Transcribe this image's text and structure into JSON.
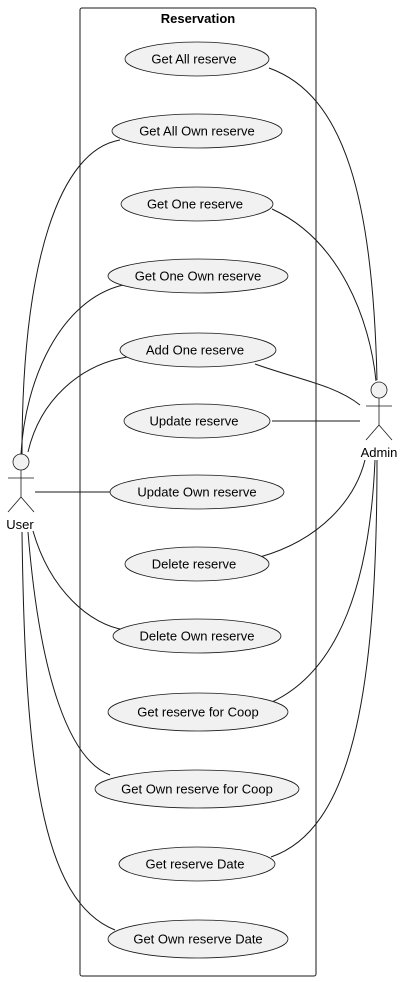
{
  "system": {
    "title": "Reservation"
  },
  "actors": {
    "user": {
      "label": "User"
    },
    "admin": {
      "label": "Admin"
    }
  },
  "use_cases": [
    {
      "label": "Get All reserve",
      "links": [
        "admin"
      ]
    },
    {
      "label": "Get All Own reserve",
      "links": [
        "user"
      ]
    },
    {
      "label": "Get One reserve",
      "links": [
        "admin"
      ]
    },
    {
      "label": "Get One Own reserve",
      "links": [
        "user"
      ]
    },
    {
      "label": "Add One reserve",
      "links": [
        "user",
        "admin"
      ]
    },
    {
      "label": "Update reserve",
      "links": [
        "admin"
      ]
    },
    {
      "label": "Update Own reserve",
      "links": [
        "user"
      ]
    },
    {
      "label": "Delete reserve",
      "links": [
        "admin"
      ]
    },
    {
      "label": "Delete Own reserve",
      "links": [
        "user"
      ]
    },
    {
      "label": "Get reserve for Coop",
      "links": [
        "admin"
      ]
    },
    {
      "label": "Get Own reserve for Coop",
      "links": [
        "user"
      ]
    },
    {
      "label": "Get reserve Date",
      "links": [
        "admin"
      ]
    },
    {
      "label": "Get Own reserve Date",
      "links": [
        "user"
      ]
    }
  ],
  "colors": {
    "usecase_fill": "#f1f1f1",
    "line": "#181818"
  }
}
